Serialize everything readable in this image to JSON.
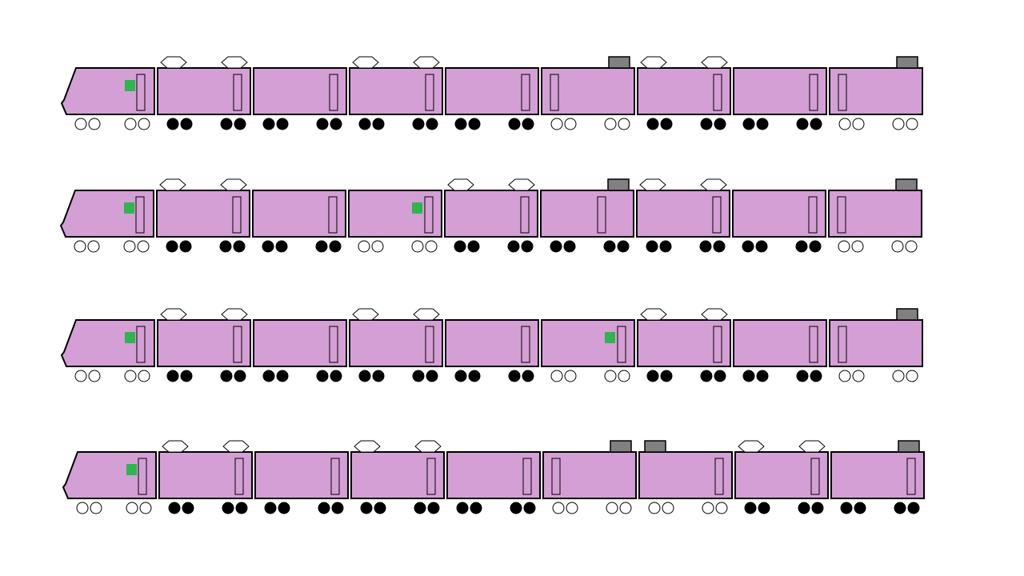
{
  "colors": {
    "background": "#ffffff",
    "car_body": "#d49fd4",
    "outline": "#000000",
    "cab_light": "#2db54f",
    "roof_box": "#808080",
    "pantograph": "#ffffff",
    "wheel_powered": "#000000",
    "wheel_trailer": "#ffffff"
  },
  "trains": [
    {
      "cars": [
        {
          "type": "cab",
          "roof": "none",
          "wheels": "trailer",
          "light": true
        },
        {
          "type": "middle",
          "roof": "pantograph",
          "wheels": "powered",
          "light": false,
          "door": "right"
        },
        {
          "type": "middle",
          "roof": "none",
          "wheels": "powered",
          "light": false,
          "door": "right"
        },
        {
          "type": "middle",
          "roof": "pantograph",
          "wheels": "powered",
          "light": false,
          "door": "right"
        },
        {
          "type": "middle",
          "roof": "none",
          "wheels": "powered",
          "light": false,
          "door": "right"
        },
        {
          "type": "middle",
          "roof": "box",
          "wheels": "trailer",
          "light": false,
          "door": "left"
        },
        {
          "type": "middle",
          "roof": "pantograph",
          "wheels": "powered",
          "light": false,
          "door": "right"
        },
        {
          "type": "middle",
          "roof": "none",
          "wheels": "powered",
          "light": false,
          "door": "right"
        },
        {
          "type": "end",
          "roof": "box",
          "wheels": "trailer",
          "light": false,
          "door": "left"
        }
      ]
    },
    {
      "cars": [
        {
          "type": "cab",
          "roof": "none",
          "wheels": "trailer",
          "light": true
        },
        {
          "type": "middle",
          "roof": "pantograph",
          "wheels": "powered",
          "light": false,
          "door": "right"
        },
        {
          "type": "middle",
          "roof": "none",
          "wheels": "powered",
          "light": false,
          "door": "right"
        },
        {
          "type": "middle",
          "roof": "none",
          "wheels": "trailer",
          "light": true,
          "door": "right"
        },
        {
          "type": "middle",
          "roof": "pantograph",
          "wheels": "powered",
          "light": false,
          "door": "right"
        },
        {
          "type": "middle",
          "roof": "box",
          "wheels": "powered",
          "light": false,
          "door": "center"
        },
        {
          "type": "middle",
          "roof": "pantograph",
          "wheels": "powered",
          "light": false,
          "door": "right"
        },
        {
          "type": "middle",
          "roof": "none",
          "wheels": "powered",
          "light": false,
          "door": "right"
        },
        {
          "type": "end",
          "roof": "box",
          "wheels": "trailer",
          "light": false,
          "door": "left"
        }
      ]
    },
    {
      "cars": [
        {
          "type": "cab",
          "roof": "none",
          "wheels": "trailer",
          "light": true
        },
        {
          "type": "middle",
          "roof": "pantograph",
          "wheels": "powered",
          "light": false,
          "door": "right"
        },
        {
          "type": "middle",
          "roof": "none",
          "wheels": "powered",
          "light": false,
          "door": "right"
        },
        {
          "type": "middle",
          "roof": "pantograph",
          "wheels": "powered",
          "light": false,
          "door": "right"
        },
        {
          "type": "middle",
          "roof": "none",
          "wheels": "powered",
          "light": false,
          "door": "right"
        },
        {
          "type": "middle",
          "roof": "none",
          "wheels": "trailer",
          "light": true,
          "door": "right"
        },
        {
          "type": "middle",
          "roof": "pantograph",
          "wheels": "powered",
          "light": false,
          "door": "right"
        },
        {
          "type": "middle",
          "roof": "none",
          "wheels": "powered",
          "light": false,
          "door": "right"
        },
        {
          "type": "end",
          "roof": "box",
          "wheels": "trailer",
          "light": false,
          "door": "left"
        }
      ]
    },
    {
      "cars": [
        {
          "type": "cab",
          "roof": "none",
          "wheels": "trailer",
          "light": true
        },
        {
          "type": "middle",
          "roof": "pantograph",
          "wheels": "powered",
          "light": false,
          "door": "right"
        },
        {
          "type": "middle",
          "roof": "none",
          "wheels": "powered",
          "light": false,
          "door": "right"
        },
        {
          "type": "middle",
          "roof": "pantograph",
          "wheels": "powered",
          "light": false,
          "door": "right"
        },
        {
          "type": "middle",
          "roof": "none",
          "wheels": "powered",
          "light": false,
          "door": "right"
        },
        {
          "type": "middle",
          "roof": "box",
          "wheels": "trailer",
          "light": false,
          "door": "left"
        },
        {
          "type": "middle",
          "roof": "box-left",
          "wheels": "trailer",
          "light": false,
          "door": "right"
        },
        {
          "type": "middle",
          "roof": "pantograph",
          "wheels": "powered",
          "light": false,
          "door": "right"
        },
        {
          "type": "end",
          "roof": "box",
          "wheels": "powered",
          "light": false,
          "door": "right"
        }
      ]
    }
  ]
}
